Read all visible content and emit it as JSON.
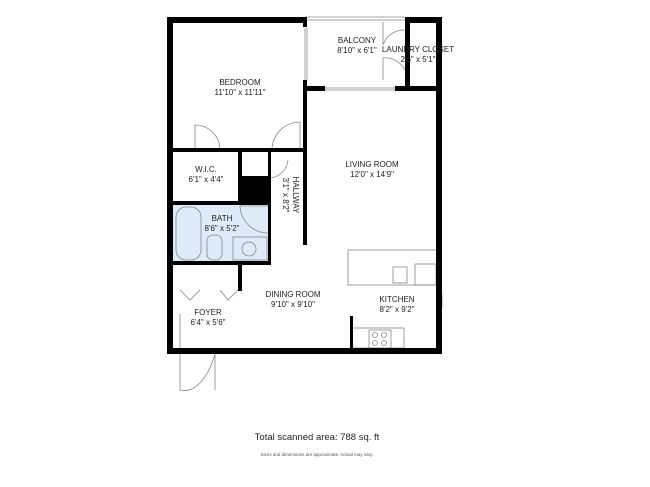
{
  "rooms": [
    {
      "name": "BEDROOM",
      "dims": "11'10\" x 11'11\""
    },
    {
      "name": "BALCONY",
      "dims": "8'10\" x 6'1\""
    },
    {
      "name": "LAUNDRY CLOSET",
      "dims": "2'6\" x 5'1\""
    },
    {
      "name": "W.I.C.",
      "dims": "6'1\" x 4'4\""
    },
    {
      "name": "LIVING ROOM",
      "dims": "12'0\" x 14'9\""
    },
    {
      "name": "HALLWAY",
      "dims": "3'1\" x 8'2\""
    },
    {
      "name": "BATH",
      "dims": "8'6\" x 5'2\""
    },
    {
      "name": "DINING ROOM",
      "dims": "9'10\" x 9'10\""
    },
    {
      "name": "KITCHEN",
      "dims": "8'2\" x 9'2\""
    },
    {
      "name": "FOYER",
      "dims": "6'4\" x 5'6\""
    }
  ],
  "footer": {
    "total_area": "Total scanned area: 788 sq. ft",
    "disclaimer": "Sizes and dimensions are approximate. Actual may vary."
  },
  "colors": {
    "wall": "#000000",
    "bath_fill": "#dcebf7",
    "fixture_line": "#888888"
  }
}
